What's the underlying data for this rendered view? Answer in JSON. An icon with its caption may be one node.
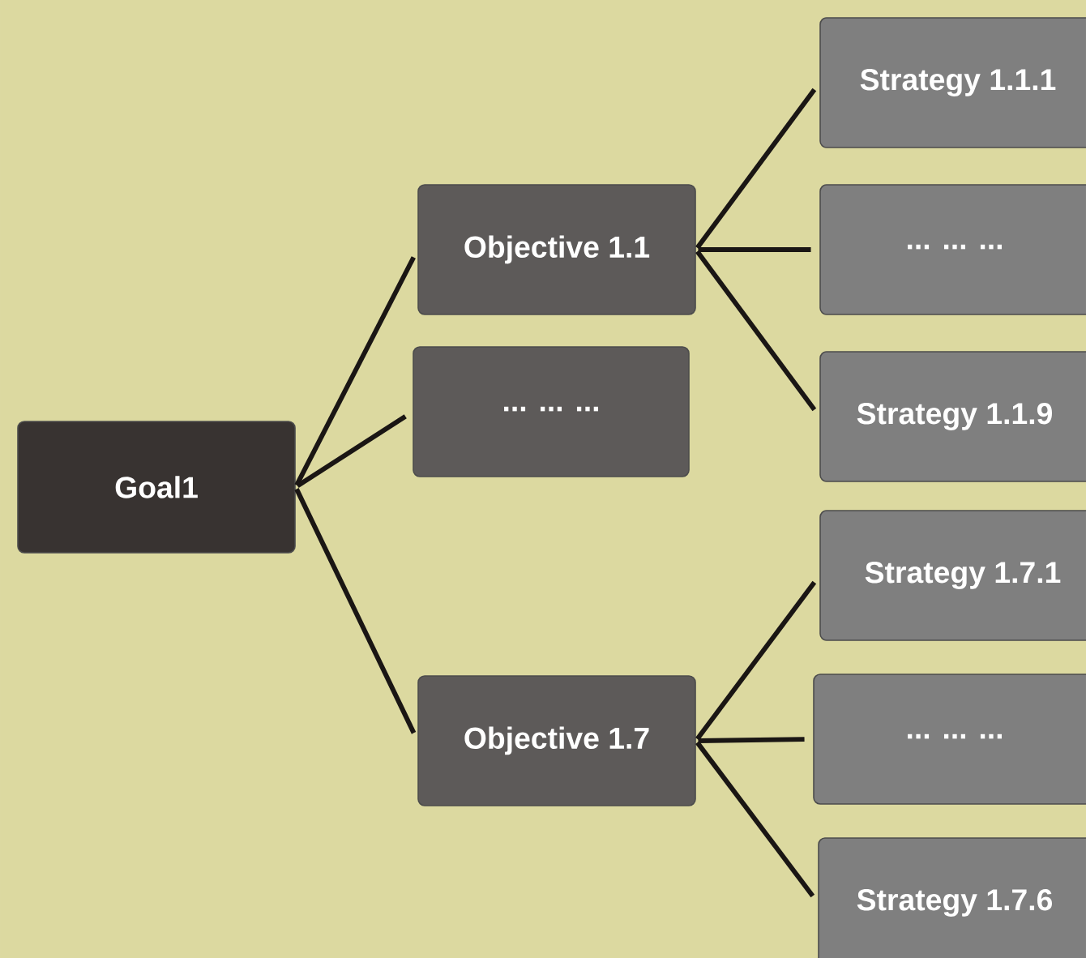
{
  "diagram": {
    "nodes": [
      {
        "text": [
          "Goal1"
        ]
      },
      {
        "text": [
          "Objective 1.1"
        ]
      },
      {
        "text": [
          "... ... ..."
        ]
      },
      {
        "text": [
          "Objective 1.7"
        ]
      },
      {
        "text": [
          "Strategy 1.1.1"
        ]
      },
      {
        "text": [
          "... ... ..."
        ]
      },
      {
        "text": [
          "Strategy 1.1.9"
        ]
      },
      {
        "text": [
          "Strategy 1.7.1"
        ]
      },
      {
        "text": [
          "... ... ..."
        ]
      },
      {
        "text": [
          "Strategy 1.7.6"
        ]
      }
    ],
    "edges": [
      {
        "from": 0,
        "to": 1,
        "arrow": "none"
      },
      {
        "from": 0,
        "to": 2,
        "arrow": "none"
      },
      {
        "from": 0,
        "to": 3,
        "arrow": "none"
      },
      {
        "from": 1,
        "to": 4,
        "arrow": "none"
      },
      {
        "from": 1,
        "to": 5,
        "arrow": "none"
      },
      {
        "from": 1,
        "to": 6,
        "arrow": "none"
      },
      {
        "from": 3,
        "to": 7,
        "arrow": "none"
      },
      {
        "from": 3,
        "to": 8,
        "arrow": "none"
      },
      {
        "from": 3,
        "to": 9,
        "arrow": "none"
      }
    ]
  }
}
